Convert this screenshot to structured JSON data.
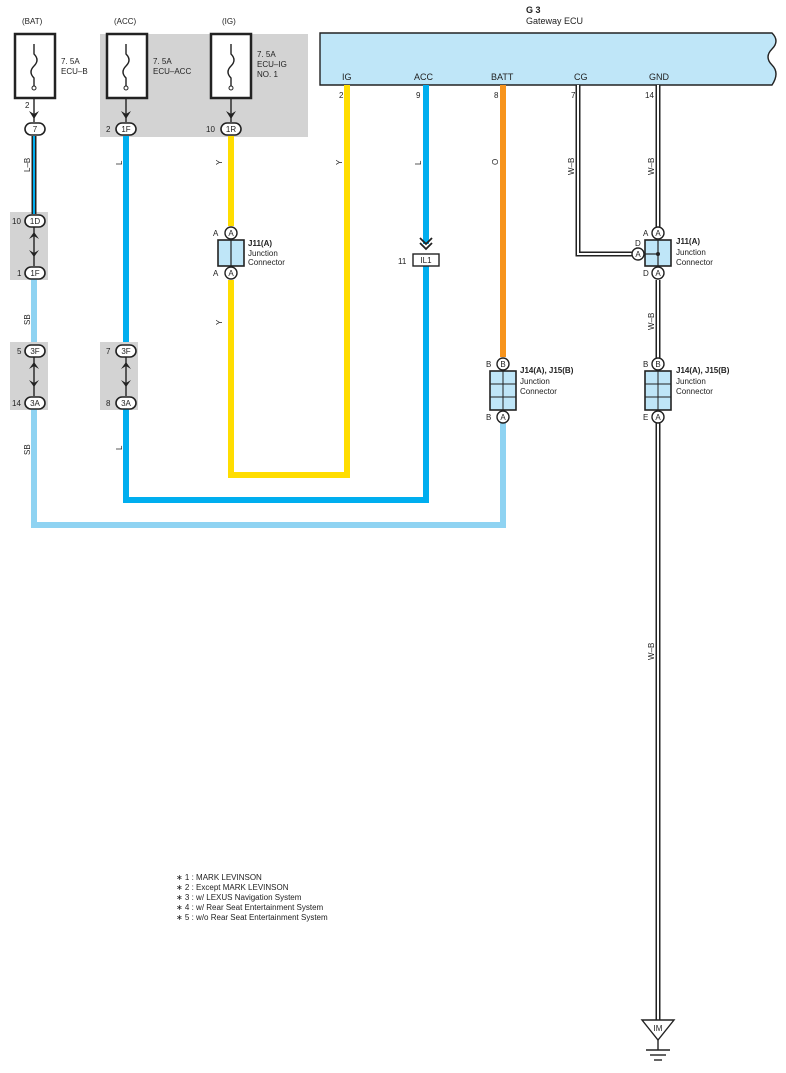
{
  "colors": {
    "wire_blue": "#00aeef",
    "wire_yellow": "#ffdd00",
    "wire_orange": "#f7941d",
    "wire_skyblue": "#8fd3f2",
    "ecu_fill": "#bfe6f8",
    "shade": "#d3d3d3",
    "connector_fill": "#bfe6f8"
  },
  "power_sources": [
    {
      "label": "(BAT)",
      "fuse": "7. 5A",
      "name": "ECU–B",
      "name2": ""
    },
    {
      "label": "(ACC)",
      "fuse": "7. 5A",
      "name": "ECU–ACC",
      "name2": ""
    },
    {
      "label": "(IG)",
      "fuse": "7. 5A",
      "name": "ECU–IG",
      "name2": "NO. 1"
    }
  ],
  "ecu": {
    "id": "G 3",
    "name": "Gateway ECU",
    "terminals": [
      {
        "name": "IG",
        "pin": "2",
        "wire": "Y"
      },
      {
        "name": "ACC",
        "pin": "9",
        "wire": "L"
      },
      {
        "name": "BATT",
        "pin": "8",
        "wire": "O"
      },
      {
        "name": "CG",
        "pin": "7",
        "wire": "W–B"
      },
      {
        "name": "GND",
        "pin": "14",
        "wire": "W–B"
      }
    ]
  },
  "bat_circuit": {
    "fuse_pin": "2",
    "c1": {
      "pin": "",
      "id": "7"
    },
    "wire1": "L–B",
    "c2": {
      "pin": "10",
      "id": "1D"
    },
    "c3": {
      "pin": "1",
      "id": "1F"
    },
    "wire2": "SB",
    "c4": {
      "pin": "5",
      "id": "3F"
    },
    "c5": {
      "pin": "14",
      "id": "3A"
    },
    "wire3": "SB"
  },
  "acc_circuit": {
    "c1": {
      "pin": "2",
      "id": "1F"
    },
    "wire1": "L",
    "c2": {
      "pin": "7",
      "id": "3F"
    },
    "c3": {
      "pin": "8",
      "id": "3A"
    },
    "wire2": "L"
  },
  "ig_circuit": {
    "c1": {
      "pin": "10",
      "id": "1R"
    },
    "wire1": "Y",
    "junction": {
      "id": "J11(A)",
      "desc1": "Junction",
      "desc2": "Connector",
      "pin_top": "A",
      "pin_bottom": "A"
    },
    "wire2": "Y"
  },
  "il1": {
    "pin": "11",
    "id": "IL1"
  },
  "j14_batt": {
    "id": "J14(A), J15(B)",
    "desc1": "Junction",
    "desc2": "Connector",
    "pin_top": "B",
    "pin_bottom": "B",
    "circle_top": "B",
    "circle_bottom": "A"
  },
  "j11_gnd": {
    "id": "J11(A)",
    "desc1": "Junction",
    "desc2": "Connector",
    "pin_top": "A",
    "pin_left": "D",
    "pin_bottom": "D",
    "circle": "A"
  },
  "gnd_wire2": "W–B",
  "j14_gnd": {
    "id": "J14(A), J15(B)",
    "desc1": "Junction",
    "desc2": "Connector",
    "pin_top": "B",
    "pin_bottom": "E",
    "circle_top": "B",
    "circle_bottom": "A"
  },
  "gnd_wire3": "W–B",
  "ground": {
    "id": "IM"
  },
  "notes": [
    "∗ 1 : MARK LEVINSON",
    "∗ 2 : Except MARK LEVINSON",
    "∗ 3 : w/ LEXUS Navigation System",
    "∗ 4 : w/ Rear Seat Entertainment System",
    "∗ 5 : w/o Rear Seat Entertainment System"
  ]
}
